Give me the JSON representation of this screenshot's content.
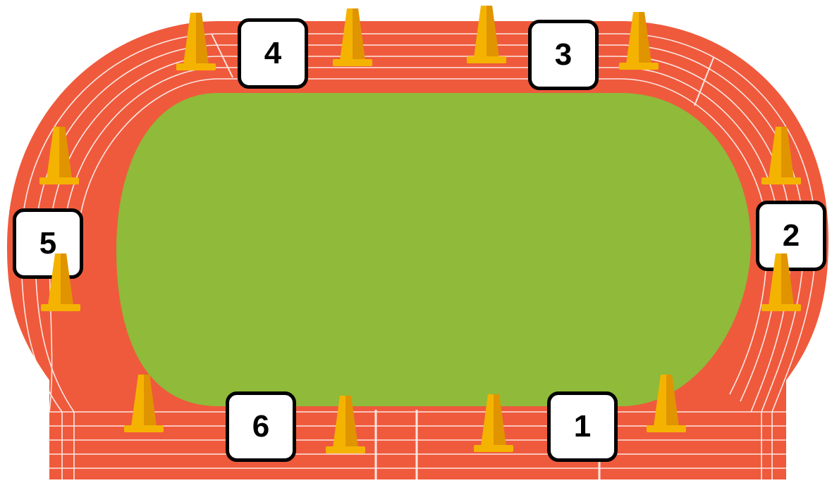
{
  "colors": {
    "track": "#ef5a3c",
    "track_edge": "#f06a4a",
    "field": "#8fba3a",
    "lane_line": "#ffffff",
    "cone_body": "#f5b301",
    "cone_shade": "#e09400",
    "station_border": "#000000",
    "station_fill": "#ffffff"
  },
  "icons": {
    "cone": "traffic-cone-icon"
  },
  "stations": [
    {
      "id": "4",
      "label": "4"
    },
    {
      "id": "3",
      "label": "3"
    },
    {
      "id": "5",
      "label": "5"
    },
    {
      "id": "2",
      "label": "2"
    },
    {
      "id": "6",
      "label": "6"
    },
    {
      "id": "1",
      "label": "1"
    }
  ]
}
